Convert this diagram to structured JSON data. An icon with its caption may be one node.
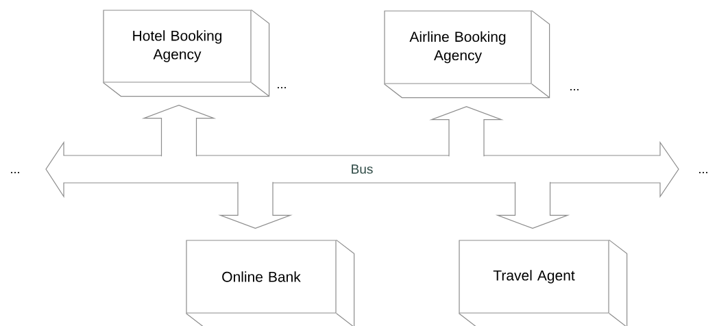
{
  "diagram": {
    "nodes": [
      {
        "text": [
          "Hotel Booking Agency"
        ]
      },
      {
        "text": [
          "Airline Booking Agency"
        ]
      },
      {
        "text": [
          "Bus"
        ]
      },
      {
        "text": [
          "Online Bank"
        ]
      },
      {
        "text": [
          "Travel Agent"
        ]
      }
    ],
    "edges": [
      {
        "from": 2,
        "to": 0,
        "arrow": "to"
      },
      {
        "from": 2,
        "to": 1,
        "arrow": "to"
      },
      {
        "from": 2,
        "to": 3,
        "arrow": "to"
      },
      {
        "from": 2,
        "to": 4,
        "arrow": "to"
      }
    ],
    "labels": [
      "...",
      "...",
      "...",
      "..."
    ]
  }
}
